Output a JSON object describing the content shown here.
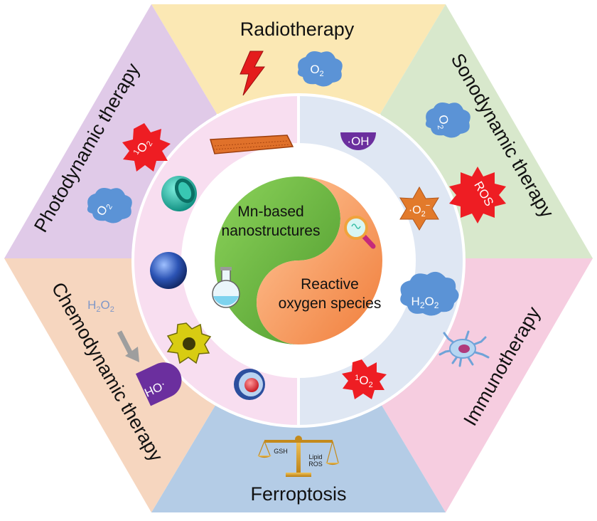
{
  "therapies": {
    "radiotherapy": "Radiotherapy",
    "sonodynamic": "Sonodynamic therapy",
    "immunotherapy": "Immunotherapy",
    "ferroptosis": "Ferroptosis",
    "chemodynamic": "Chemodynamic therapy",
    "photodynamic": "Photodynamic therapy"
  },
  "center": {
    "mn_line1": "Mn-based",
    "mn_line2": "nanostructures",
    "ros_line1": "Reactive",
    "ros_line2": "oxygen species"
  },
  "species": {
    "o2_base": "O",
    "o2_sub": "2",
    "oh": "·OH",
    "oh_flipped": "·OH",
    "superoxide_base": "·O",
    "superoxide_sub": "2",
    "superoxide_sup": "−",
    "h2o2_parts": [
      "H",
      "2",
      "O",
      "2"
    ],
    "singlet_sup": "1",
    "singlet_base": "O",
    "singlet_sub": "2",
    "ros": "ROS"
  },
  "ferroptosis_scale": {
    "left": "GSH",
    "right_line1": "Lipid",
    "right_line2": "ROS"
  },
  "colors": {
    "radiotherapy": "#fbe8b4",
    "sonodynamic": "#d8e8cc",
    "immunotherapy": "#f6cde0",
    "ferroptosis": "#b4cce6",
    "chemodynamic": "#f6d6bf",
    "photodynamic": "#e0cae8",
    "ring_left": "#f8def0",
    "ring_right": "#dfe7f3",
    "mn_green": "#7bbf4e",
    "ros_orange": "#f39a5a",
    "cloud_blue": "#5b93d6",
    "star_red": "#ee1d23",
    "oh_purple": "#6b2f9e"
  }
}
